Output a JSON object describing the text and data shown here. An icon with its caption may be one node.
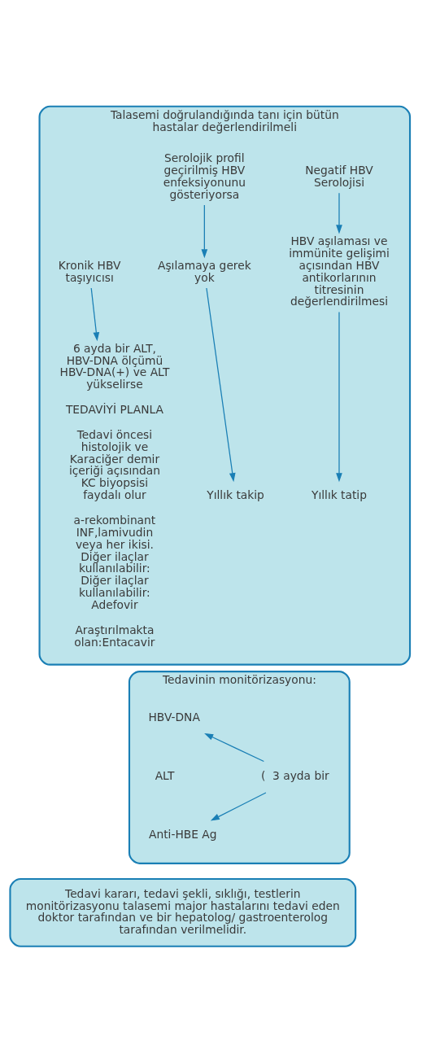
{
  "diagram": {
    "nodes": [
      {
        "text": [
          "Talasemi doğrulandığında tanı için bütün hastalar değerlendirilmeli"
        ]
      },
      {
        "text": [
          "Negatif HBV Serolojisi"
        ],
        "in": 0
      },
      {
        "text": [
          "Serolojik profil geçirilmiş HBV enfeksiyonunu gösteriyorsa"
        ],
        "in": 0
      },
      {
        "text": [
          "Kronik HBV taşıyıcısı"
        ],
        "in": 0
      },
      {
        "text": [
          "HBV aşılaması ve immünite gelişimi açısından HBV antikorlarının titresinin değerlendirilmesi"
        ],
        "in": 0
      },
      {
        "text": [
          "Aşılamaya gerek yok"
        ],
        "in": 0
      },
      {
        "text": [
          "6 ayda bir ALT, HBV-DNA ölçümü HBV-DNA(+) ve ALT yükselirse",
          "TEDAVİYİ PLANLA",
          "Tedavi öncesi histolojik ve Karaciğer demir içeriği açısından KC biyopsisi faydalı olur",
          "a-rekombinant INF,lamivudin veya her ikisi. Diğer ilaçlar kullanılabilir: Diğer ilaçlar kullanılabilir: Adefovir",
          "Araştırılmakta olan:Entacavir"
        ],
        "in": 0
      },
      {
        "text": [
          "Yıllık tatip"
        ],
        "in": 0
      },
      {
        "text": [
          "Yıllık takip"
        ],
        "in": 0
      },
      {
        "text": [
          "Tedavinin monitörizasyonu:"
        ]
      },
      {
        "text": [
          "HBV-DNA"
        ],
        "in": 9
      },
      {
        "text": [
          "ALT"
        ],
        "in": 9
      },
      {
        "text": [
          "Anti-HBE Ag"
        ],
        "in": 9
      },
      {
        "text": [
          "(  3 ayda bir"
        ],
        "in": 9
      },
      {
        "text": [
          "Tedavi kararı, tedavi şekli, sıklığı, testlerin monitörizasyonu talasemi major hastalarını tedavi eden doktor tarafından ve bir hepatolog/ gastroenterolog tarafından verilmelidir."
        ]
      }
    ],
    "edges": [
      {
        "from": 1,
        "to": 4,
        "arrow": "to"
      },
      {
        "from": 2,
        "to": 5,
        "arrow": "to"
      },
      {
        "from": 3,
        "to": 6,
        "arrow": "to"
      },
      {
        "from": 4,
        "to": 7,
        "arrow": "to"
      },
      {
        "from": 5,
        "to": 8,
        "arrow": "to"
      },
      {
        "from": 13,
        "to": 10,
        "arrow": "to"
      },
      {
        "from": 13,
        "to": 12,
        "arrow": "to"
      }
    ]
  }
}
